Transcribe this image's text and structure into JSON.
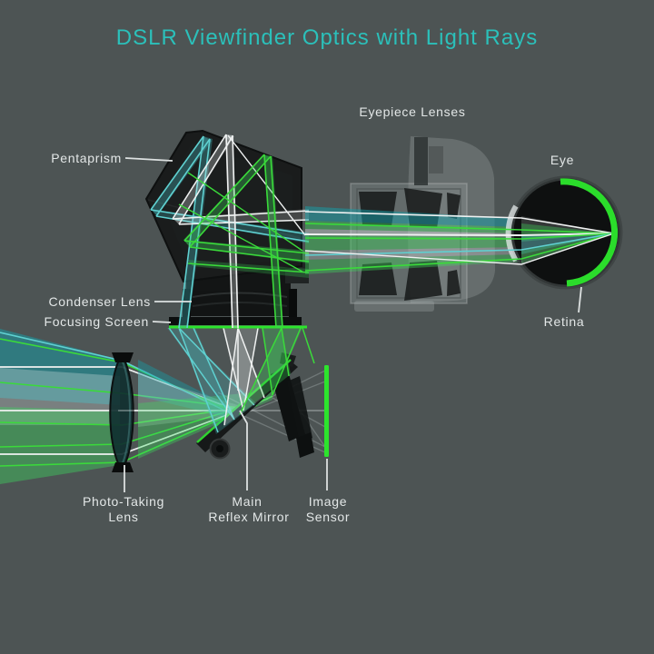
{
  "title": "DSLR Viewfinder Optics with Light Rays",
  "labels": {
    "pentaprism": "Pentaprism",
    "eyepiece_lenses": "Eyepiece Lenses",
    "eye": "Eye",
    "condenser_lens": "Condenser Lens",
    "focusing_screen": "Focusing Screen",
    "retina": "Retina",
    "photo_taking_lens": [
      "Photo-Taking",
      "Lens"
    ],
    "main_reflex_mirror": [
      "Main",
      "Reflex Mirror"
    ],
    "image_sensor": [
      "Image",
      "Sensor"
    ]
  },
  "colors": {
    "background": "#4d5454",
    "title": "#2bc0ba",
    "label_text": "#e3e7e7",
    "ray_green": "#3ada3a",
    "ray_cyan": "#5fd0d0",
    "ray_white": "#eff1f1",
    "sensor_green": "#2ce42c",
    "retina_green": "#2bdd2b"
  }
}
